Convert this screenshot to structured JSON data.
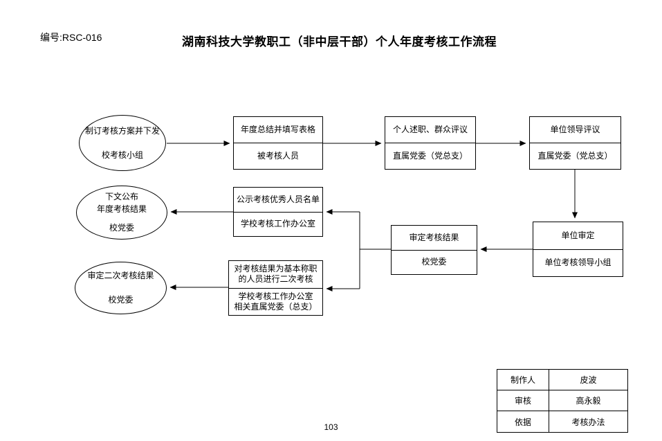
{
  "header": {
    "doc_number": "编号:RSC-016",
    "title": "湖南科技大学教职工（非中层干部）个人年度考核工作流程"
  },
  "flow": {
    "start_ellipse": {
      "line1": "制订考核方案并下发",
      "line2": "校考核小组"
    },
    "box_summary": {
      "top": "年度总结并填写表格",
      "bottom": "被考核人员"
    },
    "box_review": {
      "top": "个人述职、群众评议",
      "bottom": "直属党委（党总支）"
    },
    "box_leader": {
      "top": "单位领导评议",
      "bottom": "直属党委（党总支）"
    },
    "box_unit_approve": {
      "top": "单位审定",
      "bottom": "单位考核领导小组"
    },
    "box_confirm": {
      "top": "审定考核结果",
      "bottom": "校党委"
    },
    "box_publicity": {
      "top": "公示考核优秀人员名单",
      "bottom": "学校考核工作办公室"
    },
    "box_second": {
      "line1": "对考核结果为基本称职",
      "line2": "的人员进行二次考核",
      "line3": "学校考核工作办公室",
      "line4": "相关直属党委（总支）"
    },
    "ellipse_publish": {
      "line1": "下文公布",
      "line2": "年度考核结果",
      "line3": "校党委"
    },
    "ellipse_second": {
      "line1": "审定二次考核结果",
      "line2": "校党委"
    }
  },
  "info_table": {
    "rows": [
      {
        "label": "制作人",
        "value": "皮波"
      },
      {
        "label": "审核",
        "value": "高永毅"
      },
      {
        "label": "依据",
        "value": "考核办法"
      }
    ]
  },
  "footer": {
    "page_number": "103"
  },
  "colors": {
    "line": "#000000",
    "background": "#ffffff"
  }
}
